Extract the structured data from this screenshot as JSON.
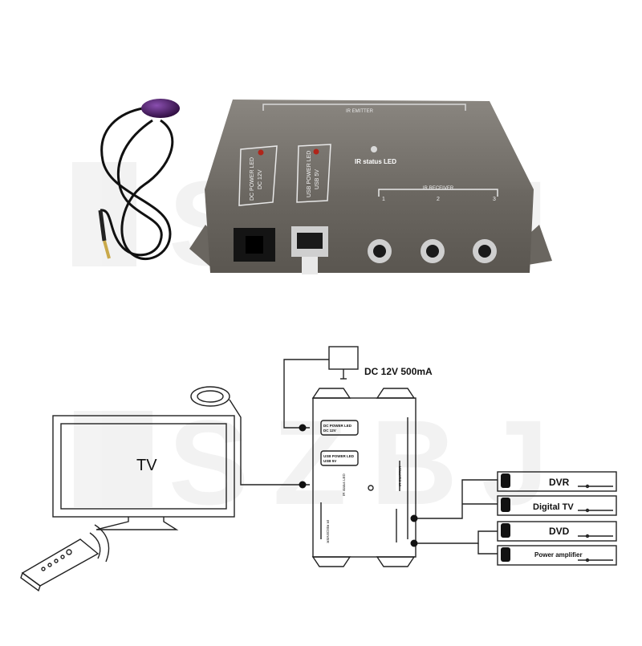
{
  "watermark": {
    "text": "SZBJ"
  },
  "photo": {
    "ir_emitter_label": "IR EMITTER",
    "dc_led_label_1": "DC POWER LED",
    "dc_led_label_2": "DC 12V",
    "usb_led_label_1": "USB POWER LED",
    "usb_led_label_2": "USB 5V",
    "ir_status_label": "IR status LED",
    "ir_receiver_label": "IR RECEIVER",
    "port_1": "1",
    "port_2": "2",
    "port_3": "3"
  },
  "diagram": {
    "power_label": "DC 12V 500mA",
    "tv_label": "TV",
    "box_dc_1": "DC POWER LED",
    "box_dc_2": "DC 12V",
    "box_usb_1": "USB POWER LED",
    "box_usb_2": "USB 5V",
    "box_status": "IR status LED",
    "box_receiver": "IR RECEIVER",
    "box_emitter": "IR EMITTER",
    "devices": [
      "DVR",
      "Digital  TV",
      "DVD",
      "Power amplifier"
    ]
  },
  "colors": {
    "body": "#77736d",
    "face": "#68645e",
    "line": "#222222",
    "ir_eye": "#3a1450"
  }
}
